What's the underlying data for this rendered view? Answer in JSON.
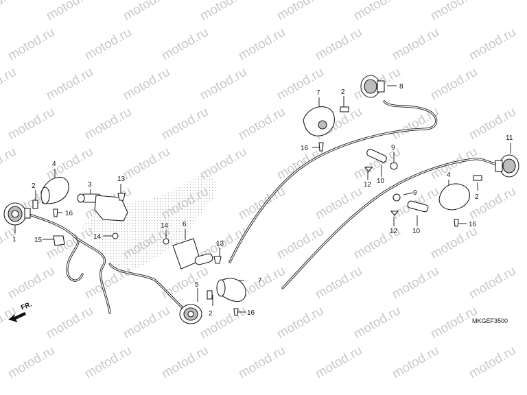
{
  "watermark": "motod.ru",
  "diagram_code": "MKGEF3500",
  "direction_label": "FR.",
  "callouts": [
    {
      "id": "c1",
      "label": "1"
    },
    {
      "id": "c2a",
      "label": "2"
    },
    {
      "id": "c2b",
      "label": "2"
    },
    {
      "id": "c2c",
      "label": "2"
    },
    {
      "id": "c2d",
      "label": "2"
    },
    {
      "id": "c3",
      "label": "3"
    },
    {
      "id": "c4a",
      "label": "4"
    },
    {
      "id": "c4b",
      "label": "4"
    },
    {
      "id": "c5",
      "label": "5"
    },
    {
      "id": "c6",
      "label": "6"
    },
    {
      "id": "c7a",
      "label": "7"
    },
    {
      "id": "c7b",
      "label": "7"
    },
    {
      "id": "c8",
      "label": "8"
    },
    {
      "id": "c9a",
      "label": "9"
    },
    {
      "id": "c9b",
      "label": "9"
    },
    {
      "id": "c10a",
      "label": "10"
    },
    {
      "id": "c10b",
      "label": "10"
    },
    {
      "id": "c11",
      "label": "11"
    },
    {
      "id": "c12a",
      "label": "12"
    },
    {
      "id": "c12b",
      "label": "12"
    },
    {
      "id": "c13a",
      "label": "13"
    },
    {
      "id": "c13b",
      "label": "13"
    },
    {
      "id": "c14a",
      "label": "14"
    },
    {
      "id": "c14b",
      "label": "14"
    },
    {
      "id": "c15",
      "label": "15"
    },
    {
      "id": "c16a",
      "label": "16"
    },
    {
      "id": "c16b",
      "label": "16"
    },
    {
      "id": "c16c",
      "label": "16"
    },
    {
      "id": "c16d",
      "label": "16"
    }
  ]
}
